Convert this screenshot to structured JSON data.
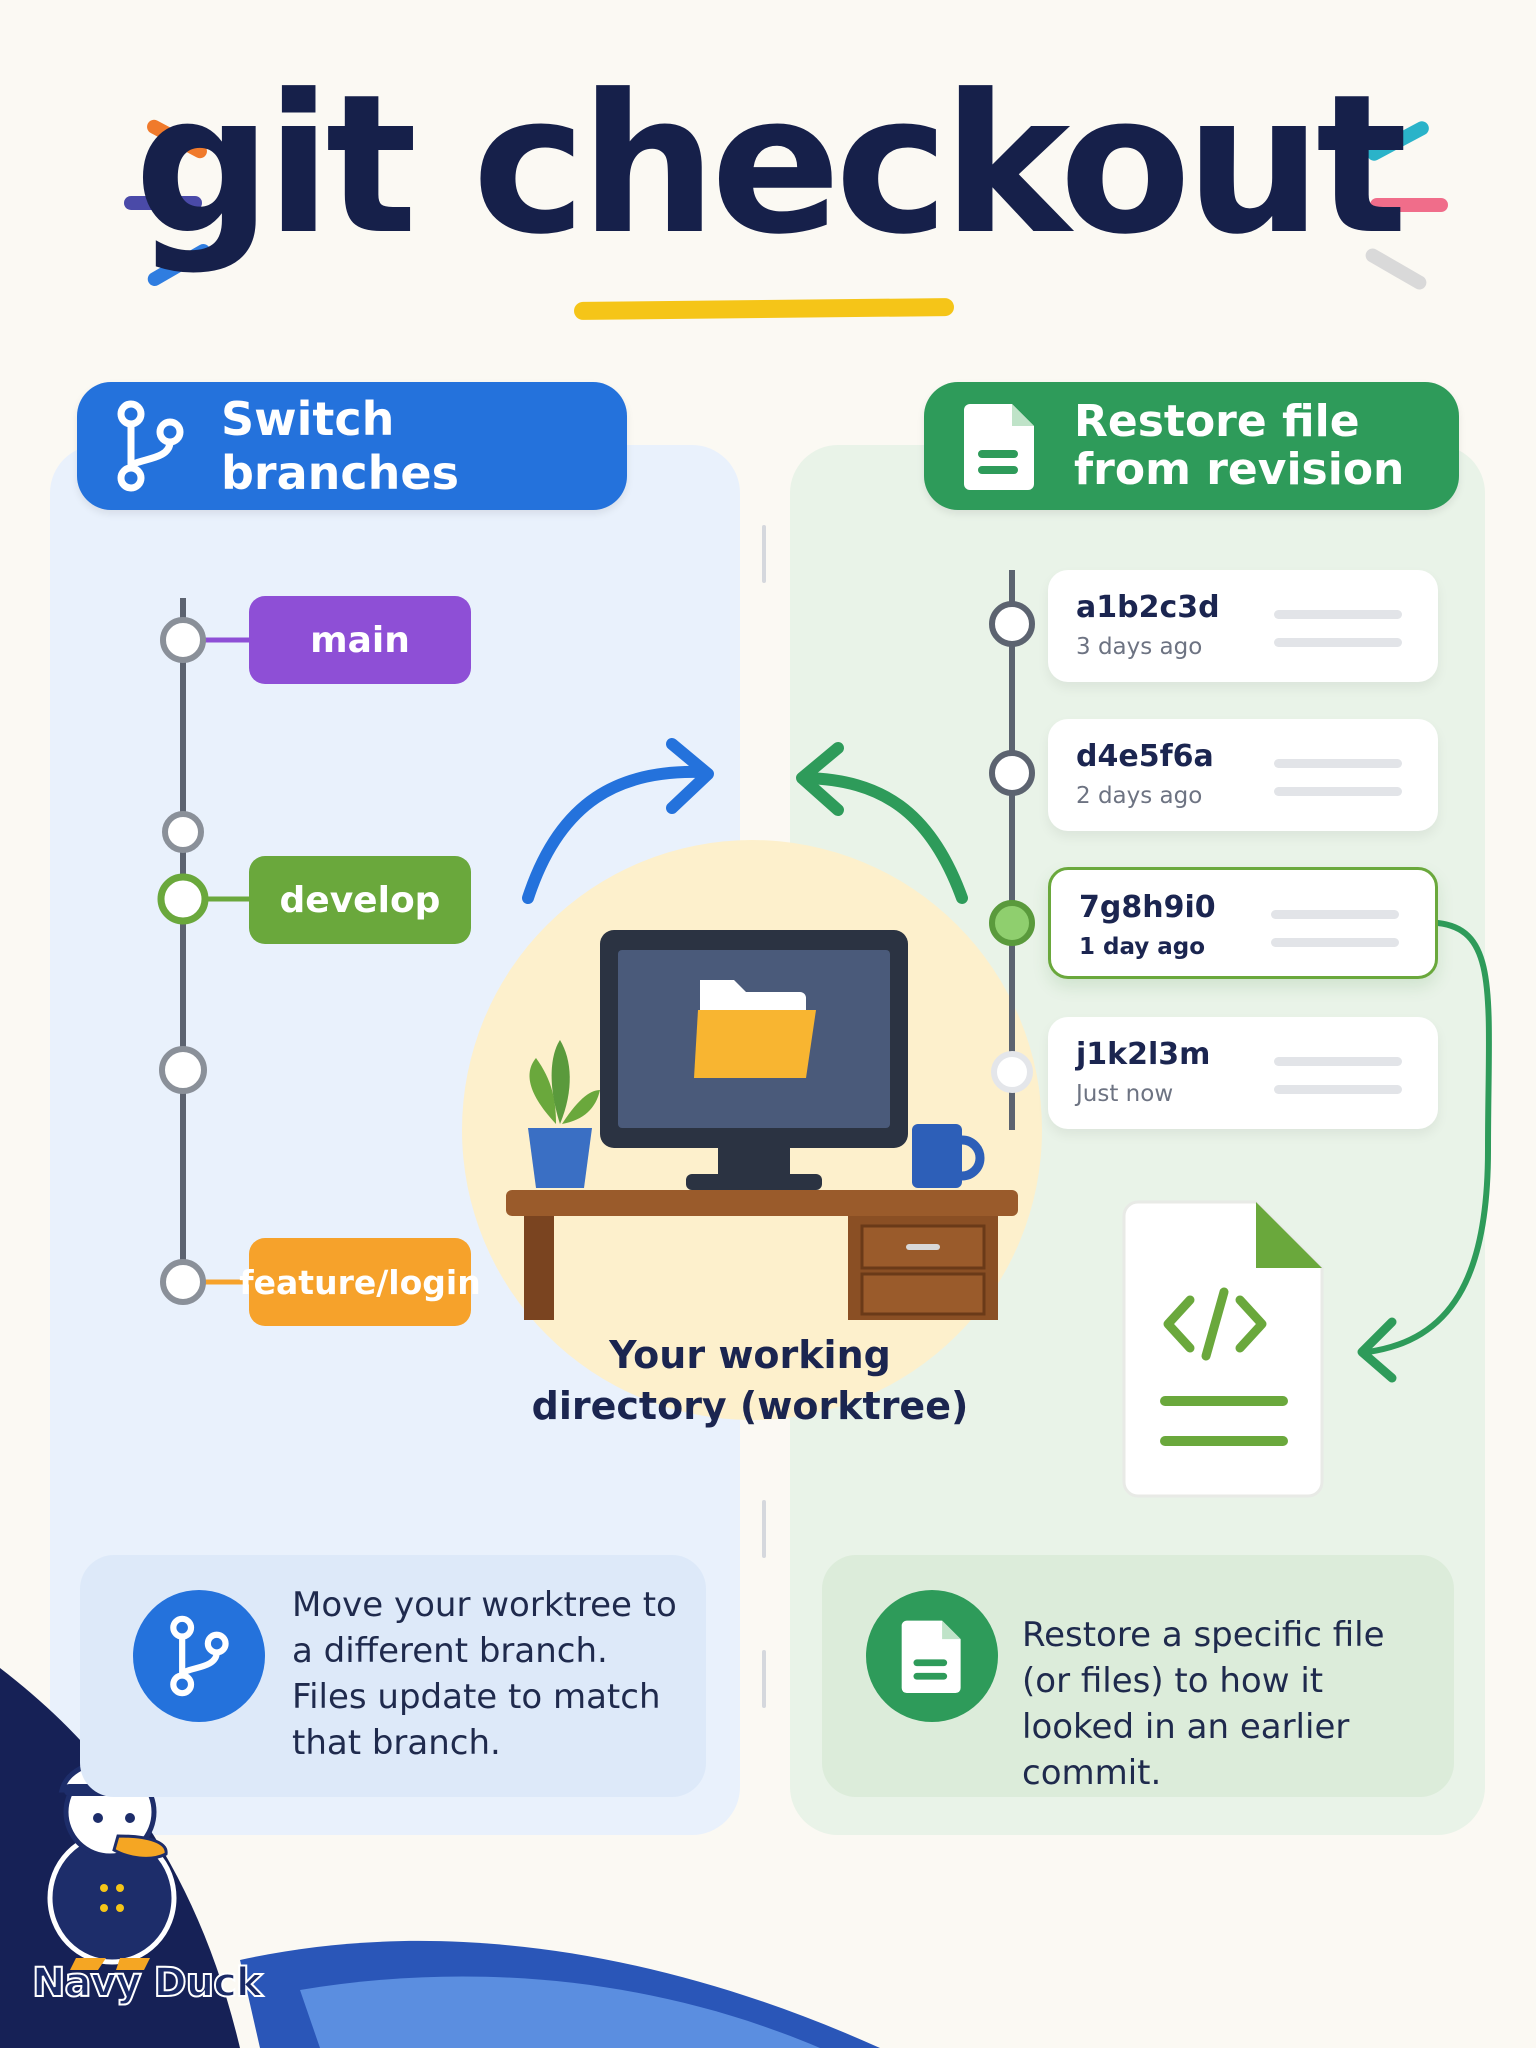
{
  "title": "git checkout",
  "left": {
    "header": "Switch branches",
    "branches": [
      "main",
      "develop",
      "feature/login"
    ],
    "description": "Move your worktree to a different branch. Files update to match that branch."
  },
  "right": {
    "header_line1": "Restore file",
    "header_line2": "from revision",
    "commits": [
      {
        "hash": "a1b2c3d",
        "ago": "3 days ago"
      },
      {
        "hash": "d4e5f6a",
        "ago": "2 days ago"
      },
      {
        "hash": "7g8h9i0",
        "ago": "1 day ago"
      },
      {
        "hash": "j1k2l3m",
        "ago": "Just now"
      }
    ],
    "description": "Restore a specific file (or files) to how it looked in an earlier commit."
  },
  "center": {
    "caption_line1": "Your working",
    "caption_line2": "directory (worktree)"
  },
  "mascot": "Navy Duck",
  "colors": {
    "blue": "#2472dc",
    "green": "#2e9b5a",
    "purple": "#8e4fd6",
    "develop_green": "#6aa83c",
    "orange": "#f6a22b",
    "navy": "#16204a"
  },
  "icons": [
    "git-branch-icon",
    "document-icon",
    "folder-icon",
    "code-icon",
    "arrow-icon"
  ]
}
